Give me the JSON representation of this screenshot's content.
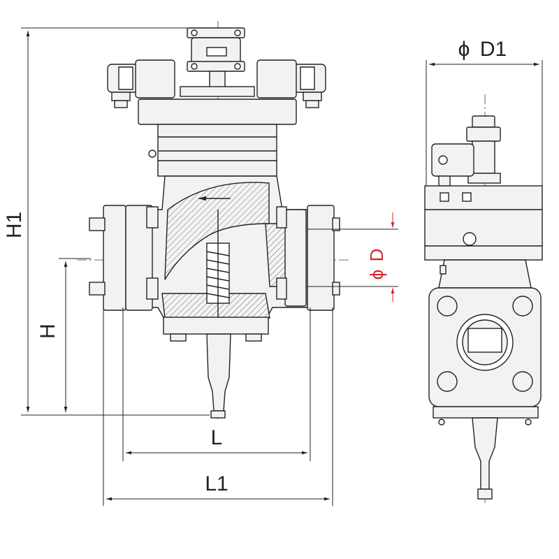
{
  "colors": {
    "line": "#222222",
    "accent": "#d4242a",
    "fill_light": "#f2f2f2",
    "hatch": "#555555"
  },
  "dimensions": {
    "H1": "H1",
    "H": "H",
    "L": "L",
    "L1": "L1",
    "D1": "D1",
    "D": "D",
    "diameter_symbol": "ϕ"
  }
}
